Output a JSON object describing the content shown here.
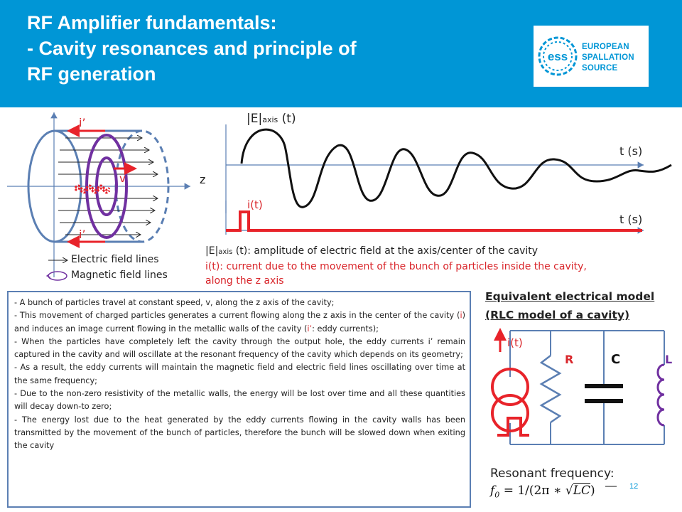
{
  "header": {
    "title_line1": "RF Amplifier fundamentals:",
    "title_line2": "- Cavity resonances and principle of",
    "title_line3": "RF generation",
    "logo": {
      "line1": "EUROPEAN",
      "line2": "SPALLATION",
      "line3": "SOURCE",
      "mark": "ess"
    }
  },
  "colors": {
    "header_bg": "#0096d6",
    "accent_red": "#d9262b",
    "cavity_blue": "#5b7fb3",
    "field_purple": "#7030a0"
  },
  "cavity_diagram": {
    "label_i_top": "i’",
    "label_v": "v",
    "label_i_bottom": "i’",
    "label_z": "z",
    "legend_electric": "Electric field lines",
    "legend_magnetic": "Magnetic field lines"
  },
  "waveforms": {
    "e_label_pre": "|E|",
    "e_label_sub": "axis",
    "e_label_post": " (t)",
    "t_label_1": "t (s)",
    "i_label": "i(t)",
    "t_label_2": "t (s)"
  },
  "description": {
    "e_pre": "|E|",
    "e_sub": "axis",
    "e_post": " (t): amplitude of electric field at the axis/center of the cavity",
    "i_line": "i(t): current due to the movement of the bunch of particles inside the cavity, along the z axis"
  },
  "notes": {
    "n1": "- A bunch of particles travel at constant speed, v, along the z axis of the cavity;",
    "n2_a": "- This movement of charged particles generates a current flowing along the z axis in the center of the cavity (",
    "n2_i": "i",
    "n2_b": ") and induces an image current flowing in the metallic walls of the cavity (",
    "n2_i2": "i’",
    "n2_c": ": eddy currents);",
    "n3": "- When the particles have completely left the cavity through the output hole, the eddy currents i’ remain captured in the cavity and will oscillate at the resonant frequency of the cavity which depends on its geometry;",
    "n4": "- As a result, the eddy currents will maintain the magnetic field and electric field lines oscillating over time at the same frequency;",
    "n5": "- Due to the non-zero resistivity of the metallic walls, the energy will be lost over time and all these quantities will decay down-to zero;",
    "n6": "- The energy lost due to the heat generated by the eddy currents flowing in the cavity walls has been transmitted by the movement of the bunch of particles, therefore the bunch will be slowed down when exiting the cavity"
  },
  "rlc_model": {
    "title_line1": "Equivalent electrical model",
    "title_line2": "(RLC model of a cavity)",
    "source_label": "i(t)",
    "r_label": "R",
    "c_label": "C",
    "l_label": "L",
    "resonant_label": "Resonant frequency:",
    "formula_lhs": "f",
    "formula_sub": "0",
    "formula_mid": " = 1/(2π ∗ ",
    "formula_root": "√",
    "formula_lc": "LC",
    "formula_end": ")"
  },
  "page_number": "12"
}
